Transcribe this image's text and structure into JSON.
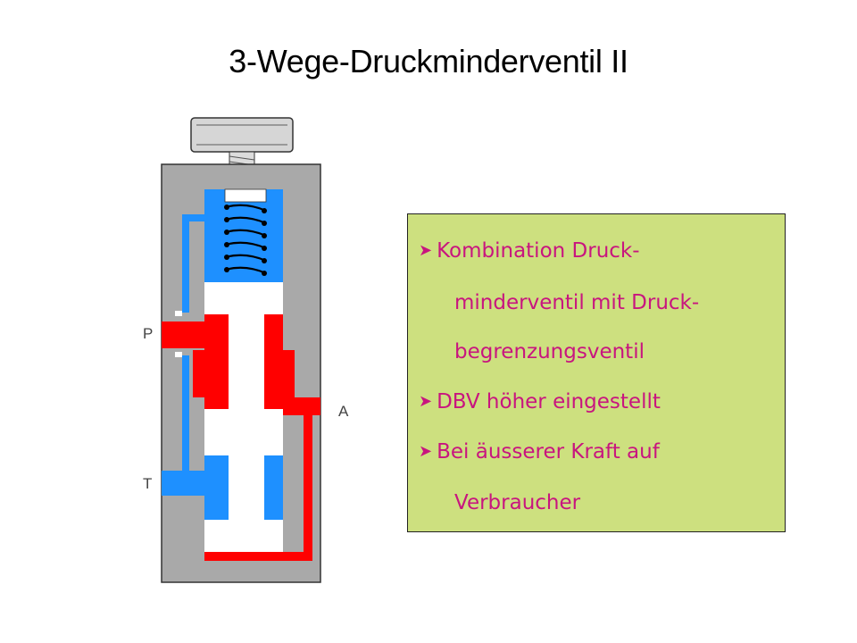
{
  "slide": {
    "title": "3-Wege-Druckminderventil II"
  },
  "diagram": {
    "port_labels": {
      "p": "P",
      "a": "A",
      "t": "T"
    },
    "colors": {
      "body": "#a9a9a9",
      "pressure": "#ff0000",
      "tank": "#1e90ff",
      "spool": "#ffffff",
      "spring": "#000000"
    }
  },
  "info": {
    "background": "#cde07f",
    "bullet_icon": "right-arrowhead-icon",
    "bullet_color": "#c8157f",
    "bullet1_line1": "Kombination Druck-",
    "bullet1_line2": "minderventil mit Druck-",
    "bullet1_line3": "begrenzungsventil",
    "bullet2": "DBV höher eingestellt",
    "bullet3_line1": "Bei äusserer Kraft auf",
    "bullet3_line2": "Verbraucher"
  }
}
